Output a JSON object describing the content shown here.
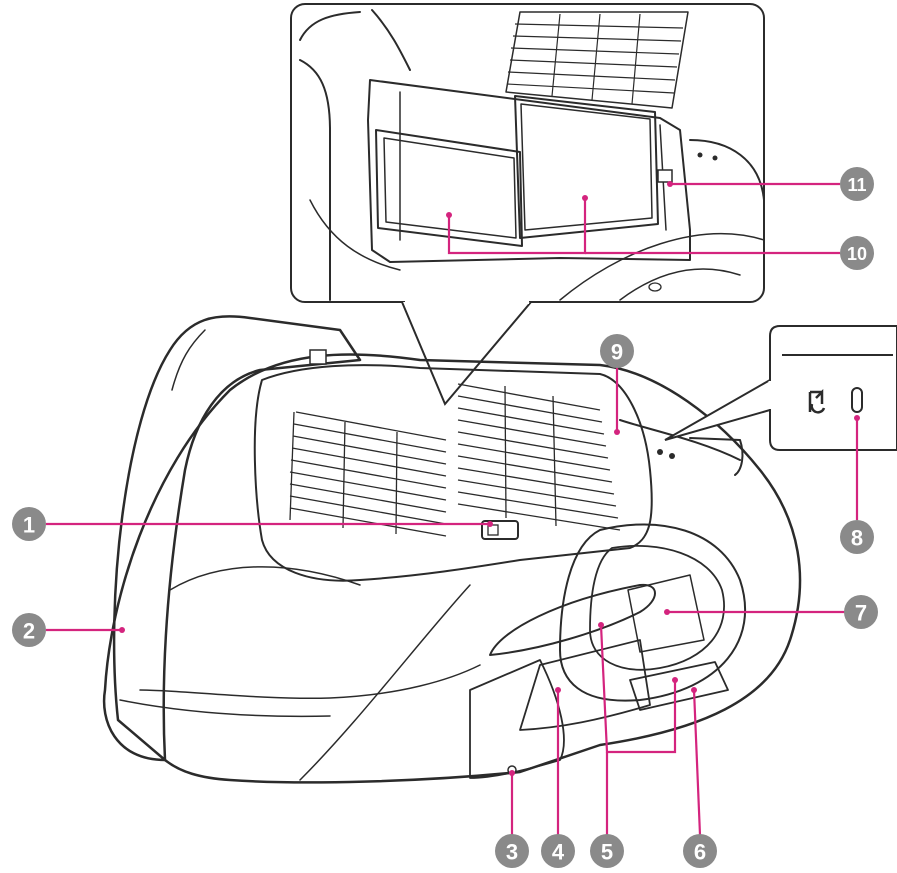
{
  "colors": {
    "leader": "#d4247e",
    "callout_circle": "#8a8a8a",
    "callout_text": "#ffffff",
    "ink": "#2b2b2b"
  },
  "callouts": [
    {
      "label": "1"
    },
    {
      "label": "2"
    },
    {
      "label": "3"
    },
    {
      "label": "4"
    },
    {
      "label": "5"
    },
    {
      "label": "6"
    },
    {
      "label": "7"
    },
    {
      "label": "8"
    },
    {
      "label": "9"
    },
    {
      "label": "10"
    },
    {
      "label": "11"
    }
  ],
  "icons": {
    "security_slot": "kensington-lock-icon",
    "slot_opening": "security-slot-icon"
  }
}
